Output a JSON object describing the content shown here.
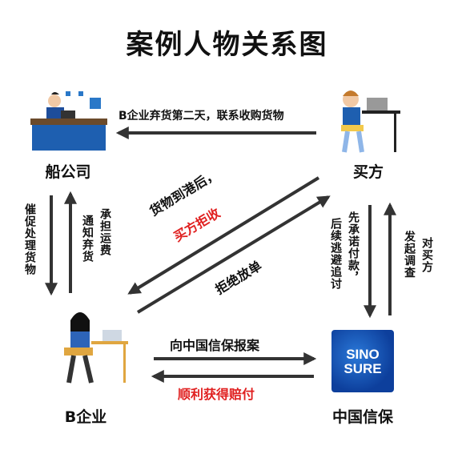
{
  "title": "案例人物关系图",
  "nodes": {
    "shipping": "船公司",
    "buyer": "买方",
    "enterprise": "B企业",
    "sinosure": "中国信保"
  },
  "logo": {
    "line1": "SINO",
    "line2": "SURE"
  },
  "edges": {
    "top": "B企业弃货第二天，联系收购货物",
    "left_down": [
      "催",
      "促",
      "处",
      "理",
      "货",
      "物"
    ],
    "left_up_col1": [
      "通",
      "知",
      "弃",
      "货"
    ],
    "left_up_col2": [
      "承",
      "担",
      "运",
      "费"
    ],
    "diag_line1": "货物到港后，",
    "diag_line2": "买方拒收",
    "diag_bottom": "拒绝放单",
    "right_col_a": [
      "先",
      "承",
      "诺",
      "付",
      "款",
      "，"
    ],
    "right_col_b": [
      "后",
      "续",
      "逃",
      "避",
      "追",
      "讨"
    ],
    "right_col_c": [
      "发",
      "起",
      "调",
      "查"
    ],
    "right_col_d": [
      "对",
      "买",
      "方"
    ],
    "bottom_top": "向中国信保报案",
    "bottom_bottom": "顺利获得赔付"
  },
  "colors": {
    "accent_red": "#e02020",
    "arrow": "#333333",
    "logo_blue": "#0d3f9c"
  }
}
